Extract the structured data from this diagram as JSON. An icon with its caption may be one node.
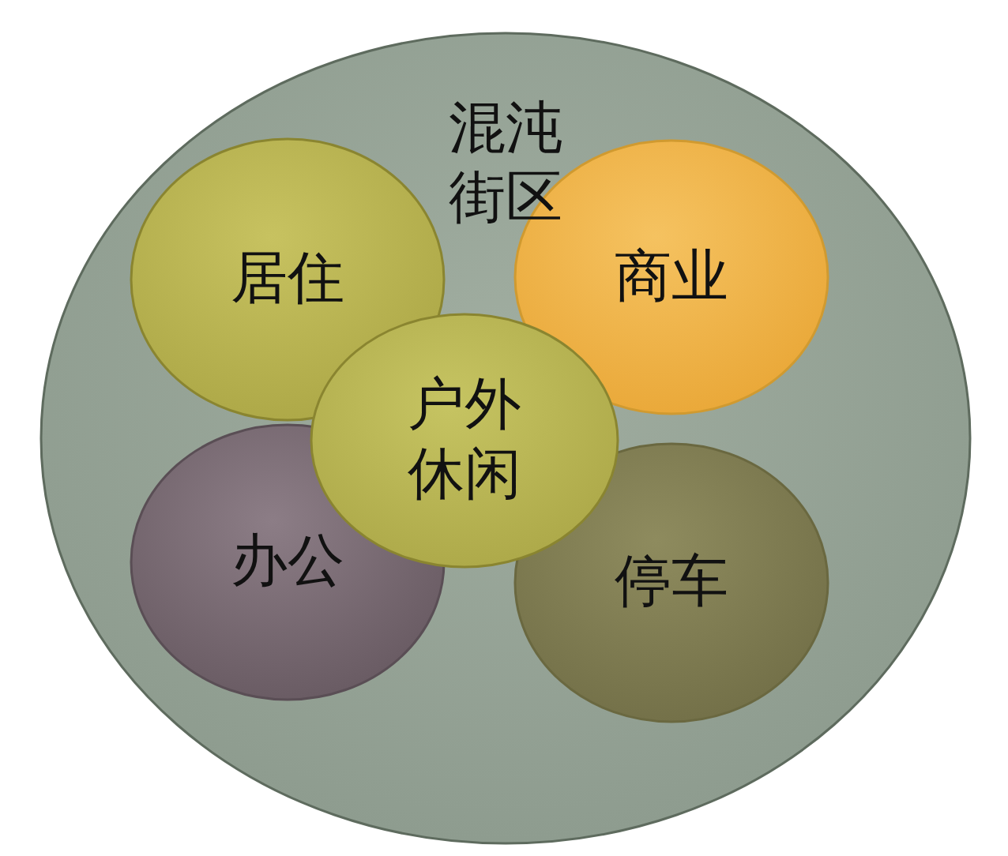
{
  "diagram": {
    "nodes": [
      {
        "text": [
          "混沌街区"
        ]
      },
      {
        "text": [
          "居住"
        ],
        "in": 0
      },
      {
        "text": [
          "商业"
        ],
        "in": 0
      },
      {
        "text": [
          "户外休闲"
        ],
        "in": 0
      },
      {
        "text": [
          "办公"
        ],
        "in": 0
      },
      {
        "text": [
          "停车"
        ],
        "in": 0
      }
    ]
  }
}
